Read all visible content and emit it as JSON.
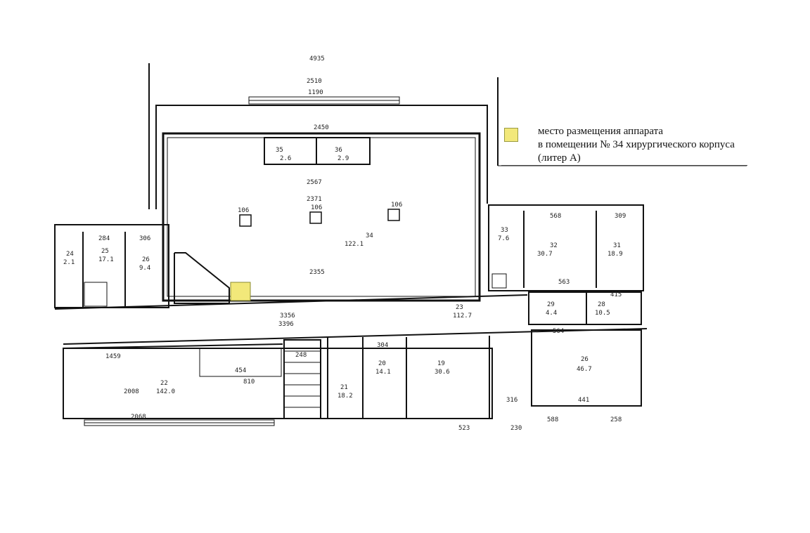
{
  "legend": {
    "swatch_color": "#f2e87a",
    "line1": "место размещения аппарата",
    "line2": "в помещении № 34 хирургического корпуса",
    "line3": "(литер А)"
  },
  "plan": {
    "top_dims": [
      "4935",
      "2510",
      "1190",
      "2450",
      "2567",
      "2371"
    ],
    "hall": {
      "number": "34",
      "area": "122.1",
      "col_labels": [
        "106",
        "106",
        "106"
      ],
      "bottom_dim": "2355"
    },
    "small_rooms": [
      {
        "number": "35",
        "area": "2.6"
      },
      {
        "number": "36",
        "area": "2.9"
      }
    ],
    "right_rooms": [
      {
        "number": "32",
        "area": "30.7",
        "width": "568"
      },
      {
        "number": "31",
        "area": "18.9",
        "width": "309"
      },
      {
        "number": "33",
        "area": "7.6"
      },
      {
        "number": "28",
        "area": "10.5",
        "width": "415"
      },
      {
        "number": "29",
        "area": "4.4"
      },
      {
        "number": "26",
        "area": "46.7"
      }
    ],
    "left_rooms": [
      {
        "number": "24",
        "area": "2.1"
      },
      {
        "number": "25",
        "area": "17.1",
        "width": "284"
      },
      {
        "number": "26",
        "area": "9.4",
        "width": "306"
      }
    ],
    "bottom_rooms": [
      {
        "number": "22",
        "area": "142.0",
        "width": "2008",
        "bottom": "2068"
      },
      {
        "number": "21",
        "area": "18.2"
      },
      {
        "number": "20",
        "area": "14.1",
        "width": "304"
      },
      {
        "number": "19",
        "area": "30.6"
      }
    ],
    "corridor": {
      "number": "23",
      "area": "112.7",
      "dims": [
        "3356",
        "3396"
      ]
    },
    "misc_dims": [
      "1459",
      "454",
      "810",
      "248",
      "564",
      "523",
      "588",
      "258",
      "441",
      "563",
      "316",
      "230"
    ]
  }
}
